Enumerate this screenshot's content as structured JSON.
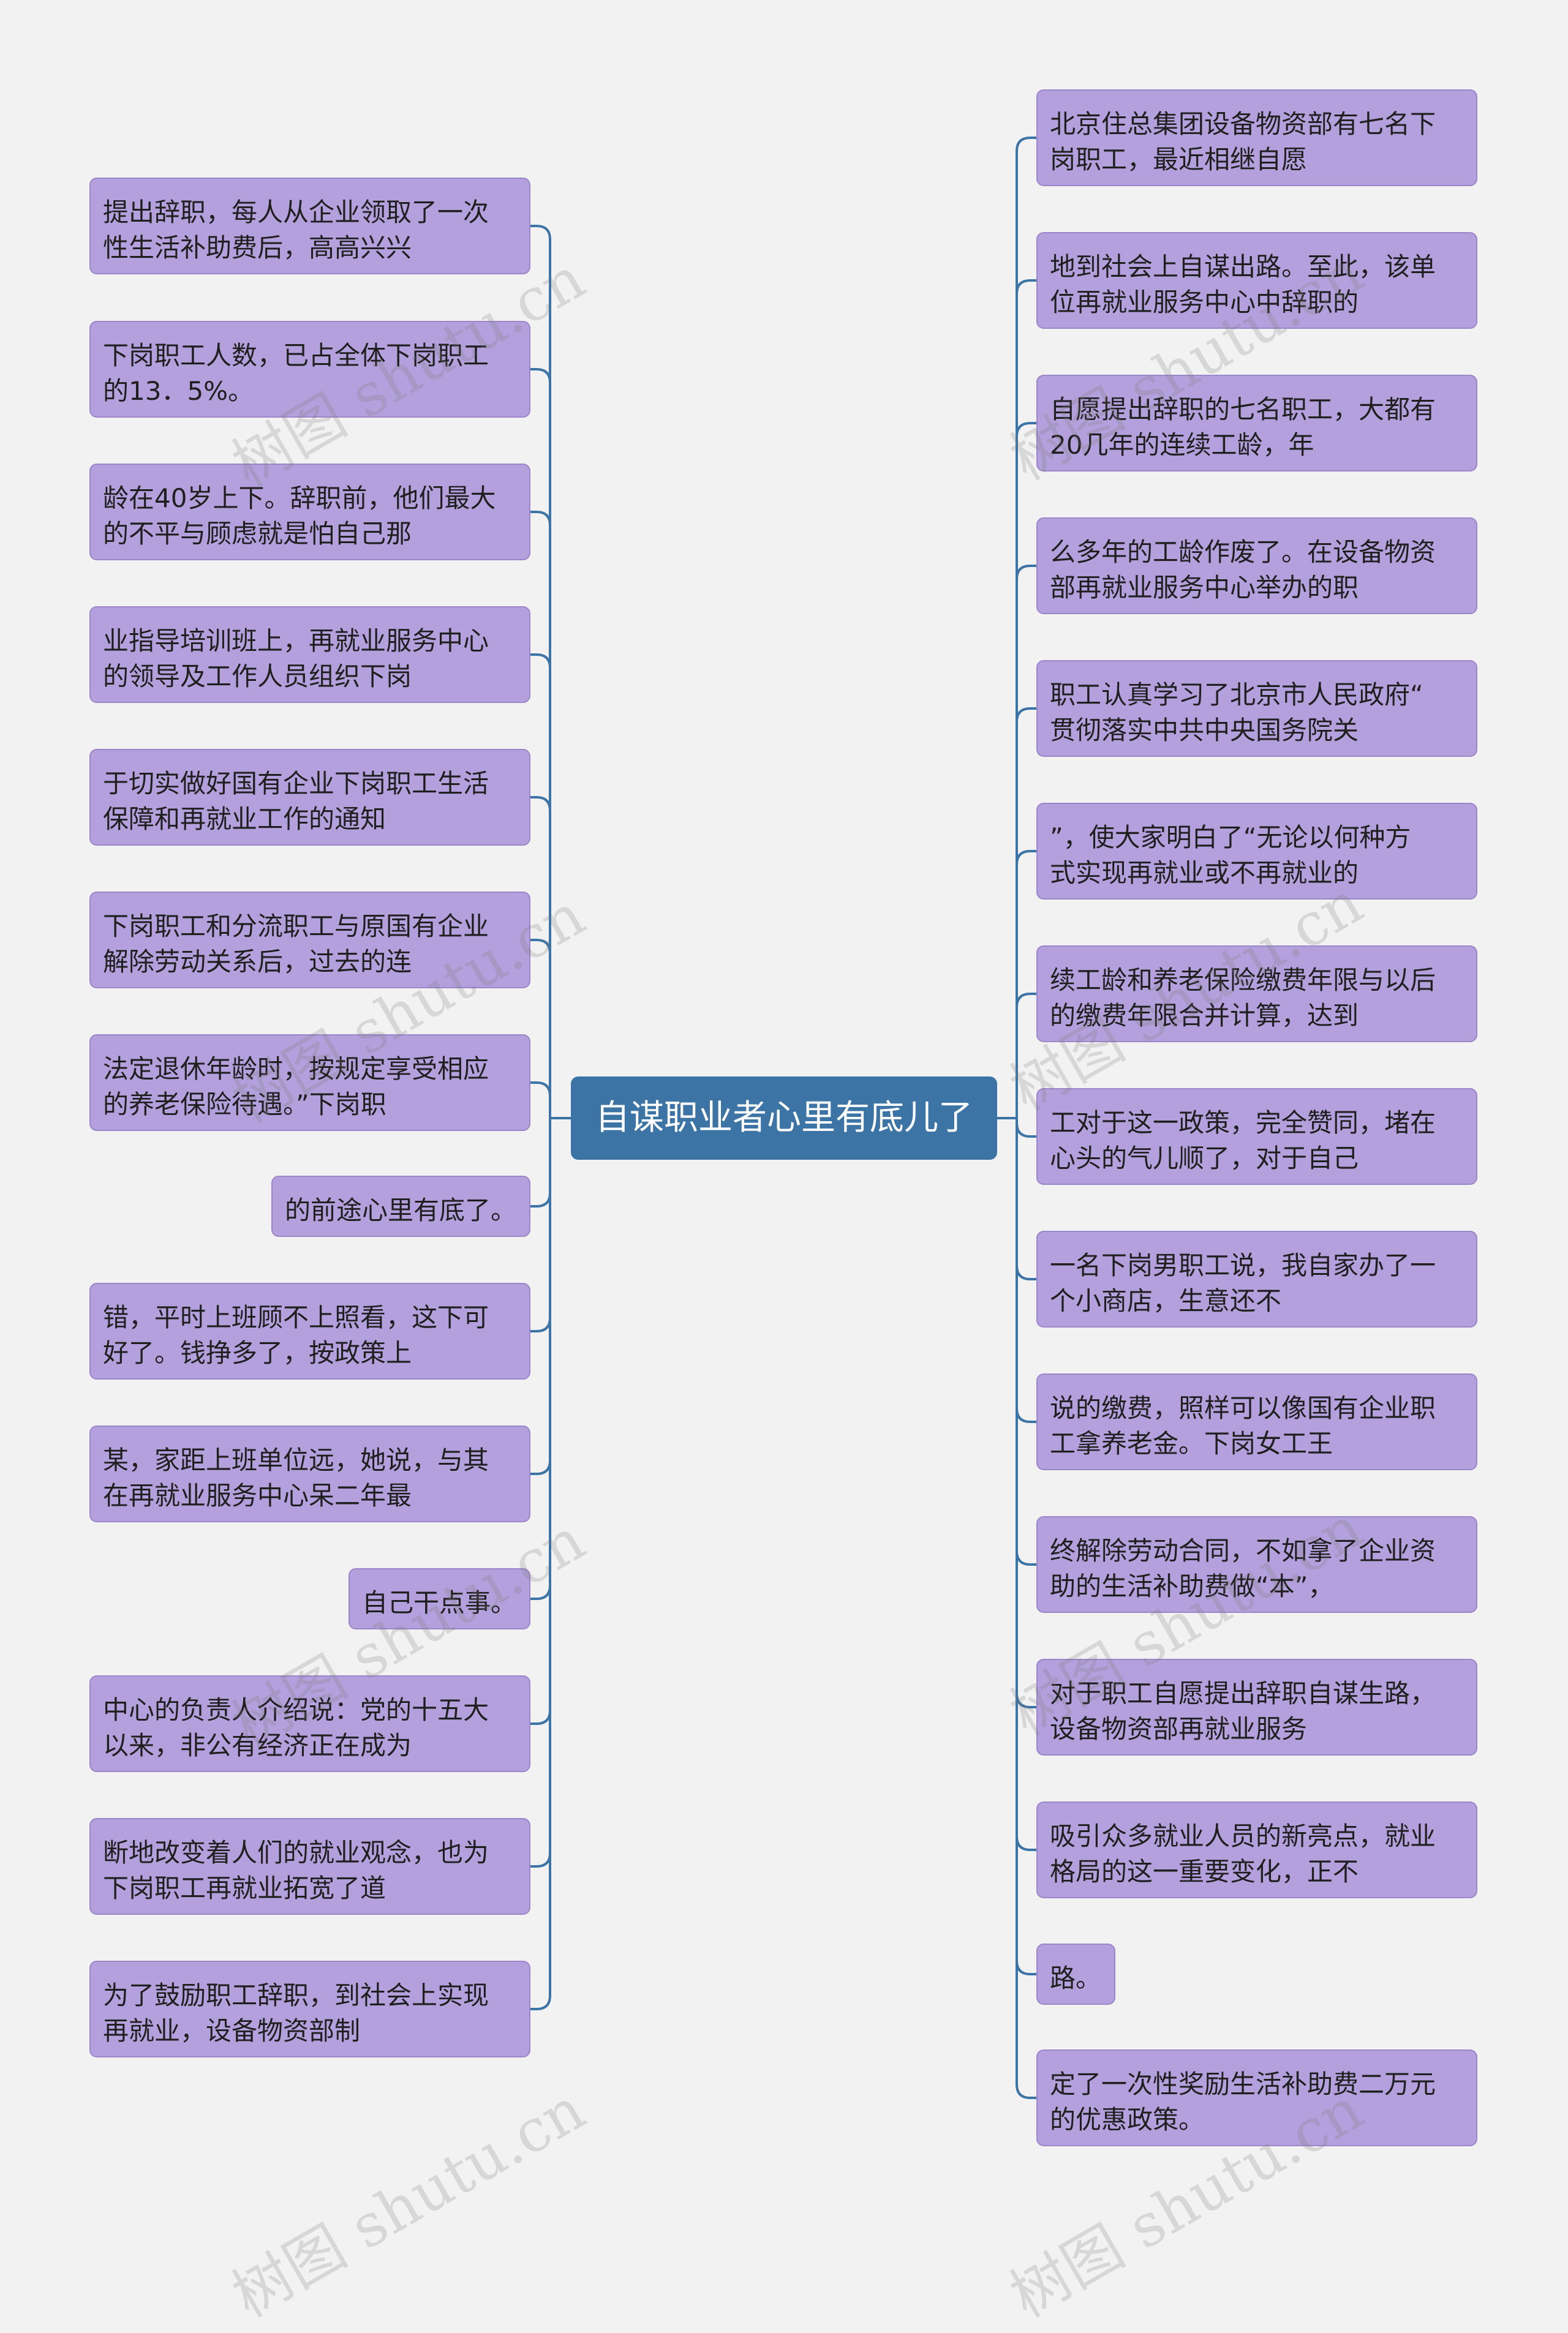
{
  "center": {
    "label": "自谋职业者心里有底儿了"
  },
  "left_nodes": [
    "提出辞职，每人从企业领取了一次\n性生活补助费后，高高兴兴",
    "下岗职工人数，已占全体下岗职工\n的13．5%。",
    "龄在40岁上下。辞职前，他们最大\n的不平与顾虑就是怕自己那",
    "业指导培训班上，再就业服务中心\n的领导及工作人员组织下岗",
    "于切实做好国有企业下岗职工生活\n保障和再就业工作的通知",
    "下岗职工和分流职工与原国有企业\n解除劳动关系后，过去的连",
    "法定退休年龄时，按规定享受相应\n的养老保险待遇。”下岗职",
    "的前途心里有底了。",
    "错，平时上班顾不上照看，这下可\n好了。钱挣多了，按政策上",
    "某，家距上班单位远，她说，与其\n在再就业服务中心呆二年最",
    "自己干点事。",
    "中心的负责人介绍说：党的十五大\n以来，非公有经济正在成为",
    "断地改变着人们的就业观念，也为\n下岗职工再就业拓宽了道",
    "为了鼓励职工辞职，到社会上实现\n再就业，设备物资部制"
  ],
  "right_nodes": [
    "北京住总集团设备物资部有七名下\n岗职工，最近相继自愿",
    "地到社会上自谋出路。至此，该单\n位再就业服务中心中辞职的",
    "自愿提出辞职的七名职工，大都有\n20几年的连续工龄，年",
    "么多年的工龄作废了。在设备物资\n部再就业服务中心举办的职",
    "职工认真学习了北京市人民政府“\n贯彻落实中共中央国务院关",
    "”，使大家明白了“无论以何种方\n式实现再就业或不再就业的",
    "续工龄和养老保险缴费年限与以后\n的缴费年限合并计算，达到",
    "工对于这一政策，完全赞同，堵在\n心头的气儿顺了，对于自己",
    "一名下岗男职工说，我自家办了一\n个小商店，生意还不",
    "说的缴费，照样可以像国有企业职\n工拿养老金。下岗女工王",
    "终解除劳动合同，不如拿了企业资\n助的生活补助费做“本”，",
    "对于职工自愿提出辞职自谋生路，\n设备物资部再就业服务",
    "吸引众多就业人员的新亮点，就业\n格局的这一重要变化，正不",
    "路。",
    "定了一次性奖励生活补助费二万元\n的优惠政策。"
  ],
  "watermark": "树图 shutu.cn",
  "colors": {
    "node": "#b4a0dc",
    "center": "#3d74a6",
    "line": "#3d74a6",
    "bg": "#f2f2f2"
  }
}
